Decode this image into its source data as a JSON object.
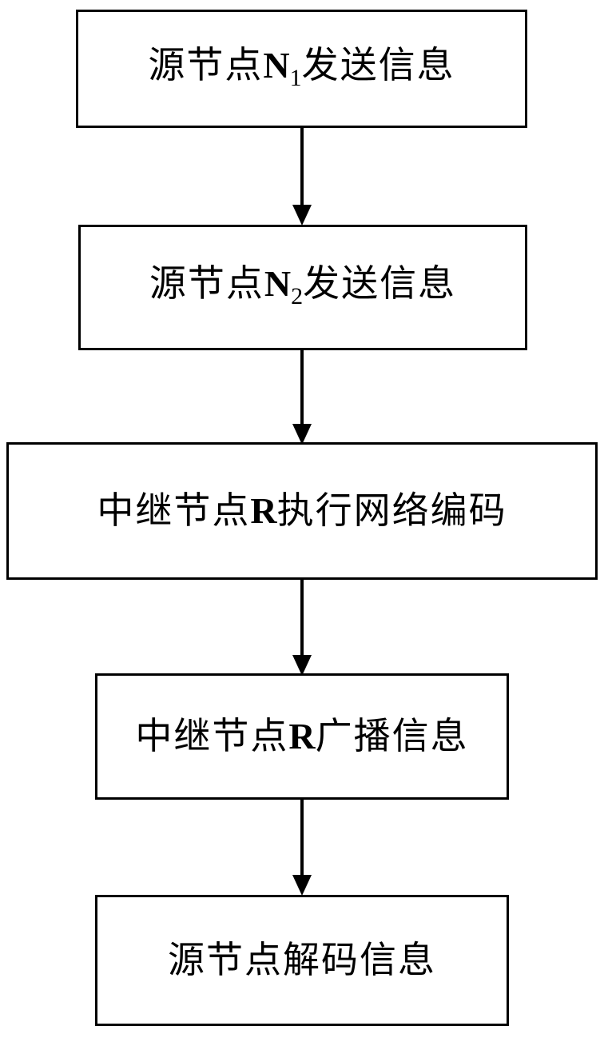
{
  "diagram": {
    "type": "flowchart",
    "orientation": "vertical-top-to-bottom",
    "background_color": "#ffffff",
    "stroke_color": "#000000",
    "nodes": [
      {
        "id": "node-1",
        "shape": "rectangle",
        "text_full": "源节点N1发送信息",
        "text_prefix": "源节点",
        "text_symbol": "N",
        "text_subscript": "1",
        "text_suffix": "发送信息"
      },
      {
        "id": "node-2",
        "shape": "rectangle",
        "text_full": "源节点N2发送信息",
        "text_prefix": "源节点",
        "text_symbol": "N",
        "text_subscript": "2",
        "text_suffix": "发送信息"
      },
      {
        "id": "node-3",
        "shape": "rectangle",
        "text_full": "中继节点R执行网络编码",
        "text_prefix": "中继节点",
        "text_symbol": "R",
        "text_subscript": "",
        "text_suffix": "执行网络编码"
      },
      {
        "id": "node-4",
        "shape": "rectangle",
        "text_full": "中继节点R广播信息",
        "text_prefix": "中继节点",
        "text_symbol": "R",
        "text_subscript": "",
        "text_suffix": "广播信息"
      },
      {
        "id": "node-5",
        "shape": "rectangle",
        "text_full": "源节点解码信息",
        "text_prefix": "源节点解码信息",
        "text_symbol": "",
        "text_subscript": "",
        "text_suffix": ""
      }
    ],
    "edges": [
      {
        "id": "edge-1-2",
        "from": "node-1",
        "to": "node-2",
        "arrowhead": "filled-triangle"
      },
      {
        "id": "edge-2-3",
        "from": "node-2",
        "to": "node-3",
        "arrowhead": "filled-triangle"
      },
      {
        "id": "edge-3-4",
        "from": "node-3",
        "to": "node-4",
        "arrowhead": "filled-triangle"
      },
      {
        "id": "edge-4-5",
        "from": "node-4",
        "to": "node-5",
        "arrowhead": "filled-triangle"
      }
    ]
  }
}
